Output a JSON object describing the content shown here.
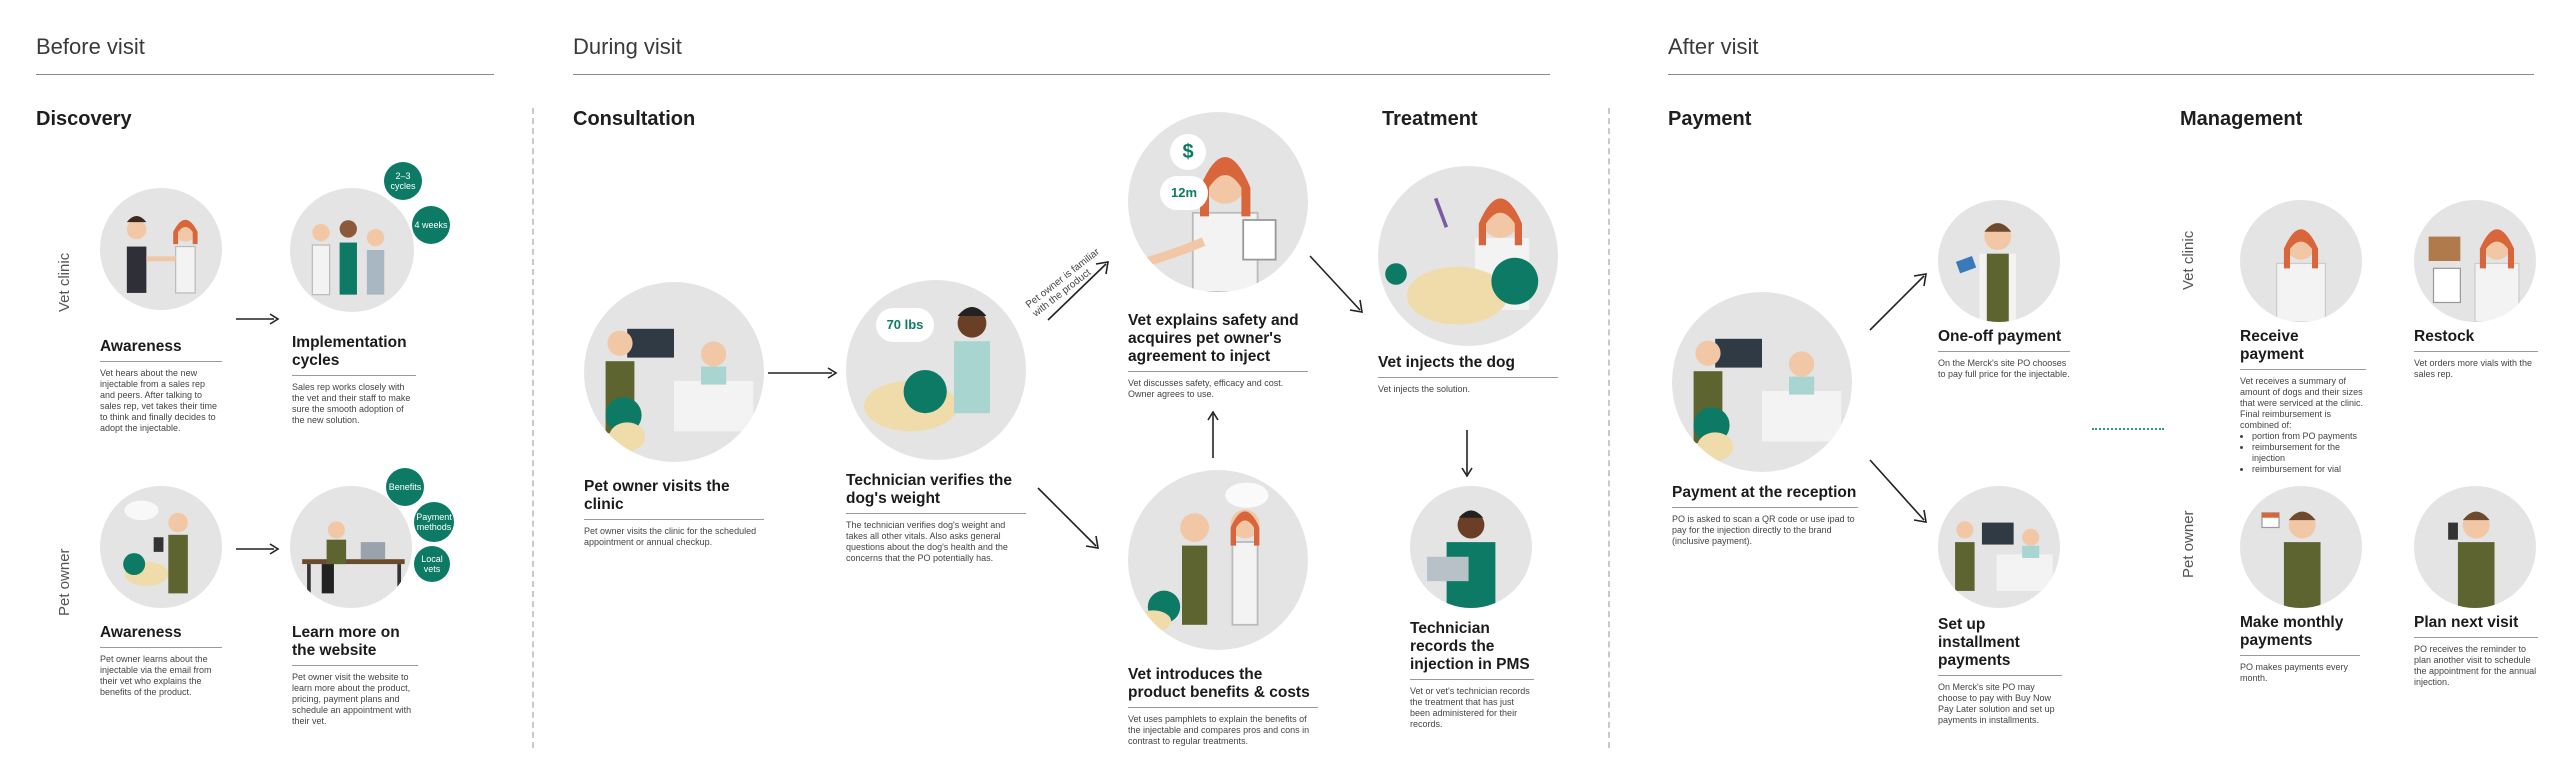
{
  "phases": {
    "before": "Before visit",
    "during": "During visit",
    "after": "After visit"
  },
  "sections": {
    "discovery": "Discovery",
    "consultation": "Consultation",
    "treatment": "Treatment",
    "payment": "Payment",
    "management": "Management"
  },
  "row_labels": {
    "vet_clinic": "Vet clinic",
    "pet_owner": "Pet owner"
  },
  "steps": {
    "awareness_vet": {
      "title": "Awareness",
      "desc": "Vet hears about the new injectable from a sales rep and peers. After talking to sales rep, vet takes their time to think and finally decides to adopt the injectable."
    },
    "implementation": {
      "title": "Implementation cycles",
      "desc": "Sales rep works closely with the vet and their staff to make sure the smooth adoption of the new solution."
    },
    "awareness_po": {
      "title": "Awareness",
      "desc": "Pet owner learns about the injectable via the email from their vet who explains the benefits of the product."
    },
    "learn_more": {
      "title": "Learn more on the website",
      "desc": "Pet owner visit the website to learn more about the product, pricing, payment plans and schedule an appointment with their vet."
    },
    "visits_clinic": {
      "title": "Pet owner visits the clinic",
      "desc": "Pet owner visits the clinic for the scheduled appointment or annual checkup."
    },
    "verifies_weight": {
      "title": "Technician verifies the dog's weight",
      "desc": "The technician verifies dog's weight and takes all other vitals. Also asks general questions about the dog's health and the concerns that the PO potentially has."
    },
    "introduces": {
      "title": "Vet introduces the product benefits & costs",
      "desc": "Vet uses pamphlets to explain the benefits of the injectable and compares pros and cons in contrast to regular treatments."
    },
    "explains_safety": {
      "title": "Vet explains safety and acquires pet owner's agreement to inject",
      "desc": "Vet discusses safety, efficacy and cost. Owner agrees to use."
    },
    "injects": {
      "title": "Vet injects the dog",
      "desc": "Vet injects the solution."
    },
    "records": {
      "title": "Technician records the injection in PMS",
      "desc": "Vet or vet's technician records the treatment that has just been administered for their records."
    },
    "payment_reception": {
      "title": "Payment at the reception",
      "desc": "PO is asked to scan a QR code or use ipad to pay for the injection directly to the brand (inclusive payment)."
    },
    "one_off": {
      "title": "One-off payment",
      "desc": "On the Merck's site PO chooses to pay full price for the injectable."
    },
    "installment": {
      "title": "Set up installment payments",
      "desc": "On Merck's site PO may choose to pay with Buy Now Pay Later solution and set up payments in installments."
    },
    "receive_payment": {
      "title": "Receive payment",
      "desc": "Vet receives a summary of amount of dogs and their sizes that were serviced at the clinic. Final reimbursement is combined of:",
      "bullets": [
        "portion from PO payments",
        "reimbursement for the injection",
        "reimbursement for vial"
      ]
    },
    "restock": {
      "title": "Restock",
      "desc": "Vet orders more vials with the sales rep."
    },
    "monthly": {
      "title": "Make monthly payments",
      "desc": "PO makes payments every month."
    },
    "plan_next": {
      "title": "Plan next visit",
      "desc": "PO receives the reminder to plan another visit to schedule the appointment for the annual injection."
    }
  },
  "bubbles": {
    "cycles": "2–3 cycles",
    "weeks": "4 weeks",
    "benefits": "Benefits",
    "payment_methods": "Payment methods",
    "local_vets": "Local vets"
  },
  "badges": {
    "weight": "70 lbs",
    "dollar": "$",
    "months": "12m"
  },
  "notes": {
    "familiar": "Pet owner is familiar\nwith the product"
  },
  "colors": {
    "teal": "#0d7a65",
    "circle_bg": "#e4e4e4",
    "skin": "#f2c7a5",
    "hair_red": "#d9653b",
    "olive": "#5e6430"
  }
}
